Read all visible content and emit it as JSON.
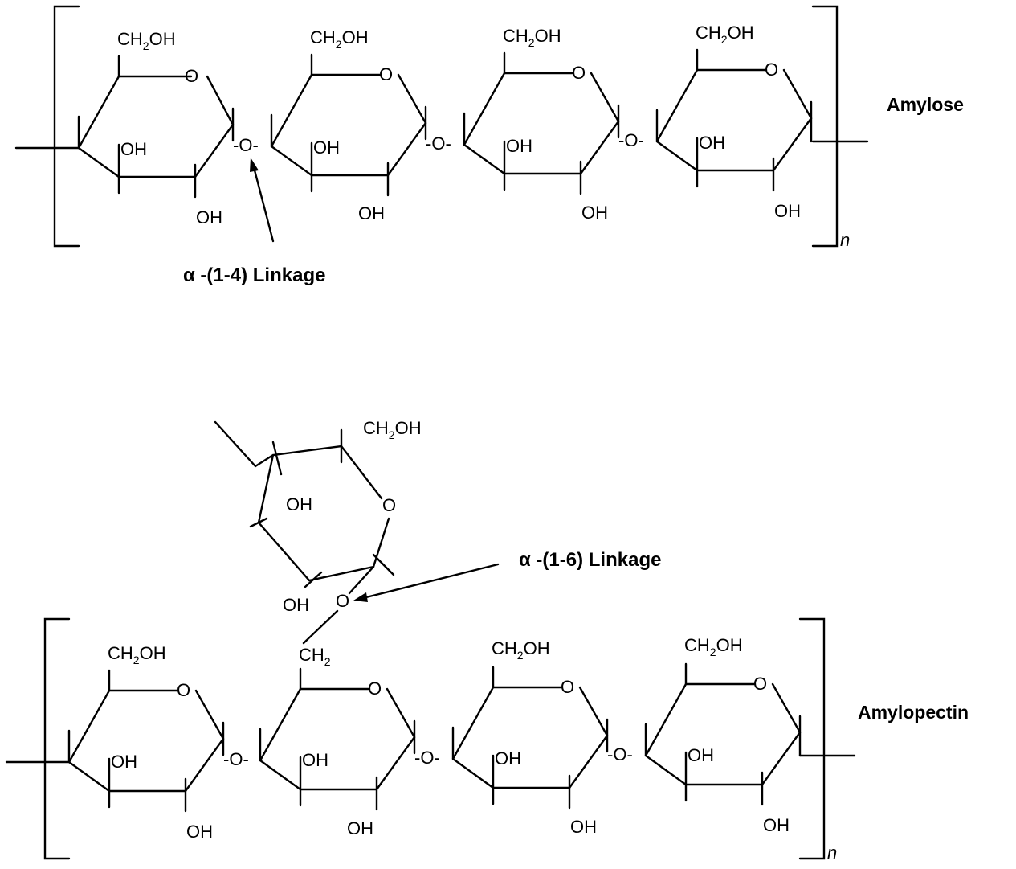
{
  "labels": {
    "amylose": "Amylose",
    "amylopectin": "Amylopectin",
    "alpha_1_4": "α -(1-4) Linkage",
    "alpha_1_6": "α -(1-6) Linkage",
    "repeat_n": "n",
    "ring_oxygen": "O",
    "bridge_oxygen": "-O-",
    "hydroxyl": "OH",
    "ch2oh_main": "CH",
    "ch2oh_sub": "2",
    "ch2oh_tail": "OH",
    "ch2_main": "CH",
    "ch2_sub": "2"
  },
  "structures": [
    {
      "name": "Amylose",
      "units": 4,
      "glycosidic_bond": "α-(1-4)"
    },
    {
      "name": "Amylopectin",
      "units": 4,
      "glycosidic_bond": "α-(1-4)",
      "branch_bond": "α-(1-6)",
      "branch_units": 1
    }
  ]
}
